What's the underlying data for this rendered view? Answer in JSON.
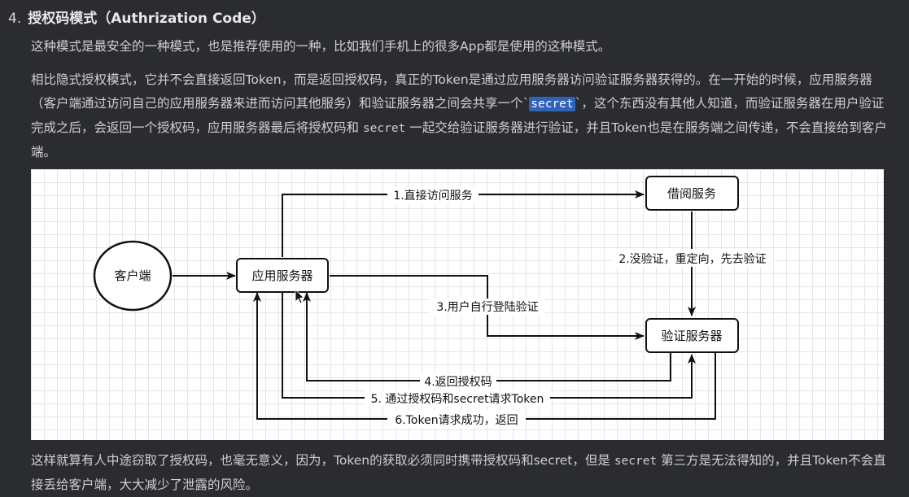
{
  "heading": {
    "number": "4.",
    "title": "授权码模式（Authrization Code）"
  },
  "p1": {
    "text": "这种模式是最安全的一种模式，也是推荐使用的一种，比如我们手机上的很多App都是使用的这种模式。"
  },
  "p2": {
    "part1": "相比隐式授权模式，它并不会直接返回Token，而是返回授权码，真正的Token是通过应用服务器访问验证服务器获得的。在一开始的时候，应用服务器（客户端通过访问自己的应用服务器来进而访问其他服务）和验证服务器之间会共享一个`",
    "code1": "secret",
    "part2": "`，这个东西没有其他人知道，而验证服务器在用户验证完成之后，会返回一个授权码，应用服务器最后将授权码和 ",
    "code2": "secret",
    "part3": " 一起交给验证服务器进行验证，并且Token也是在服务端之间传递，不会直接给到客户端。"
  },
  "diagram": {
    "nodes": {
      "client": "客户端",
      "app_server": "应用服务器",
      "borrow_service": "借阅服务",
      "auth_server": "验证服务器"
    },
    "edges": {
      "e1": "1.直接访问服务",
      "e2": "2.没验证，重定向，先去验证",
      "e3": "3.用户自行登陆验证",
      "e4": "4.返回授权码",
      "e5": "5. 通过授权码和secret请求Token",
      "e6": "6.Token请求成功，返回"
    }
  },
  "p3": {
    "part1": "这样就算有人中途窃取了授权码，也毫无意义，因为，Token的获取必须同时携带授权码和secret，但是 ",
    "code": "secret",
    "part2": " 第三方是无法得知的，并且Token不会直接丢给客户端，大大减少了泄露的风险。"
  }
}
